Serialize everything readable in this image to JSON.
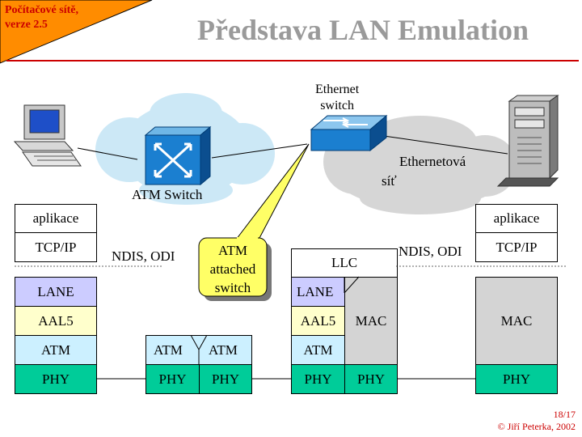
{
  "corner": {
    "line1": "Počítačové sítě,",
    "line2": "verze 2.5"
  },
  "title": "Představa LAN Emulation",
  "colors": {
    "corner_bg": "#ff8c00",
    "lane": "#ccccff",
    "aal5": "#ffffcc",
    "atm": "#ccf0ff",
    "phy": "#00cc99",
    "mac": "#d4d4d4",
    "callout": "#ffff66",
    "cloud": "#cce8f6"
  },
  "devices": {
    "atm_switch": "ATM Switch",
    "ethernet_switch": {
      "line1": "Ethernet",
      "line2": "switch"
    },
    "ethernet_net": {
      "line1": "Ethernetová",
      "line2": "síť"
    }
  },
  "callout": {
    "line1": "ATM",
    "line2": "attached",
    "line3": "switch"
  },
  "ndis_left": "NDIS, ODI",
  "ndis_right": "NDIS, ODI",
  "stack_left": {
    "app": "aplikace",
    "tcp": "TCP/IP",
    "lane": "LANE",
    "aal5": "AAL5",
    "atm": "ATM",
    "phy": "PHY"
  },
  "stack_switch": {
    "atm_a": "ATM",
    "atm_b": "ATM",
    "phy_a": "PHY",
    "phy_b": "PHY"
  },
  "stack_bridge": {
    "llc": "LLC",
    "lane": "LANE",
    "aal5": "AAL5",
    "mac": "MAC",
    "atm": "ATM",
    "phy_a": "PHY",
    "phy_b": "PHY"
  },
  "stack_right": {
    "app": "aplikace",
    "tcp": "TCP/IP",
    "mac": "MAC",
    "phy": "PHY"
  },
  "footer": {
    "page": "18/17",
    "copyright": "© Jiří Peterka, 2002"
  }
}
